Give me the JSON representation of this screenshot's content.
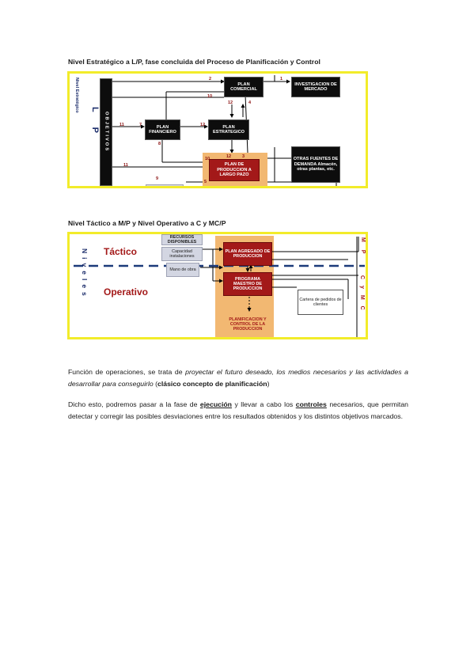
{
  "section1": {
    "title": "Nivel Estratégico a L/P, fase concluida del Proceso de Planificación y Control",
    "side_label": "Nivel Estratégico",
    "lp_label": "L P",
    "objetivos": "OBJETIVOS",
    "boxes": {
      "plan_comercial": "PLAN COMERCIAL",
      "investigacion": "INVESTIGACION DE MERCADO",
      "plan_financiero": "PLAN FINANCIERO",
      "plan_estrategico": "PLAN ESTRATEGICO",
      "plan_produccion": "PLAN DE PRODUCCION A LARGO PAZO",
      "otras_fuentes": "OTRAS FUENTES DE DEMANDA Almacén, otras plantas, etc."
    },
    "numbers": [
      "2",
      "1",
      "10",
      "12",
      "4",
      "11",
      "7",
      "12",
      "8",
      "11",
      "10",
      "12",
      "3",
      "9",
      "5"
    ]
  },
  "section2": {
    "title": "Nivel Táctico a M/P y Nivel Operativo a C y MC/P",
    "tactico": "Táctico",
    "operativo": "Operativo",
    "niveles": "Niveles",
    "mp": "M P",
    "cymcp": "C y M C",
    "boxes": {
      "recursos": "RECURSOS DISPONIBLES",
      "capacidad": "Capacidad instalaciones",
      "mano_obra": "Mano de obra",
      "plan_agregado": "PLAN AGREGADO DE PRODUCCION",
      "programa_maestro": "PROGRAMA MAESTRO DE PRODUCCION",
      "planificacion_control": "PLANIFICACION Y CONTROL DE LA PRODUCCION",
      "cartera": "Cartera de pedidos de clientes"
    }
  },
  "paragraph1": {
    "p1": "Función de operaciones, se trata de ",
    "p2": "proyectar el futuro deseado, los medios necesarios y las actividades a desarrollar para conseguirlo",
    "p3": " (",
    "p4": "clásico concepto de planificación",
    "p5": ")"
  },
  "paragraph2": {
    "p1": "Dicho esto, podremos pasar a la fase de ",
    "p2": "ejecución",
    "p3": " y llevar a cabo los ",
    "p4": "controles",
    "p5": " necesarios, que permitan detectar y corregir las posibles desviaciones entre los resultados obtenidos y los distintos objetivos marcados."
  }
}
